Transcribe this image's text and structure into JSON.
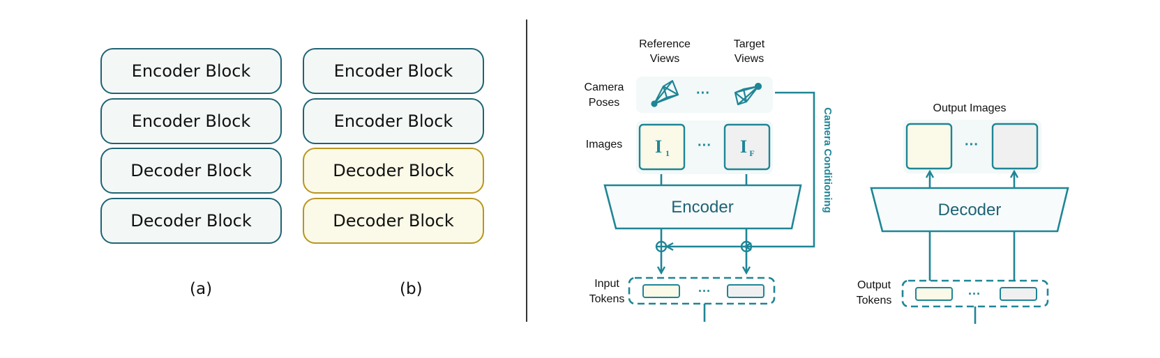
{
  "panel_a": {
    "blocks": [
      {
        "label": "Encoder Block",
        "kind": "encoder"
      },
      {
        "label": "Encoder Block",
        "kind": "encoder"
      },
      {
        "label": "Decoder Block",
        "kind": "decoder"
      },
      {
        "label": "Decoder Block",
        "kind": "decoder"
      }
    ],
    "caption": "(a)"
  },
  "panel_b": {
    "blocks": [
      {
        "label": "Encoder Block",
        "kind": "encoder"
      },
      {
        "label": "Encoder Block",
        "kind": "encoder"
      },
      {
        "label": "Decoder Block",
        "kind": "decoder-highlight"
      },
      {
        "label": "Decoder Block",
        "kind": "decoder-highlight"
      }
    ],
    "caption": "(b)"
  },
  "encoder_diagram": {
    "reference_views_label_1": "Reference",
    "reference_views_label_2": "Views",
    "target_views_label_1": "Target",
    "target_views_label_2": "Views",
    "camera_poses_label_1": "Camera",
    "camera_poses_label_2": "Poses",
    "images_label": "Images",
    "image_first": "I",
    "image_first_sub": "1",
    "image_last": "I",
    "image_last_sub": "F",
    "ellipsis": "···",
    "encoder_label": "Encoder",
    "camera_conditioning_label": "Camera Conditioning",
    "input_tokens_label_1": "Input",
    "input_tokens_label_2": "Tokens",
    "icons": [
      "camera-frustum-icon",
      "camera-frustum-icon",
      "plus-circle-icon",
      "plus-circle-icon"
    ]
  },
  "decoder_diagram": {
    "output_images_label": "Output Images",
    "ellipsis": "···",
    "decoder_label": "Decoder",
    "output_tokens_label_1": "Output",
    "output_tokens_label_2": "Tokens"
  },
  "colors": {
    "teal": "#1e8596",
    "teal_dark": "#1f6375",
    "gold": "#b8951f",
    "yellow_fill": "#fbf9e7",
    "gray_fill": "#f0f0f0",
    "panel_bg": "#f2f9f8"
  }
}
